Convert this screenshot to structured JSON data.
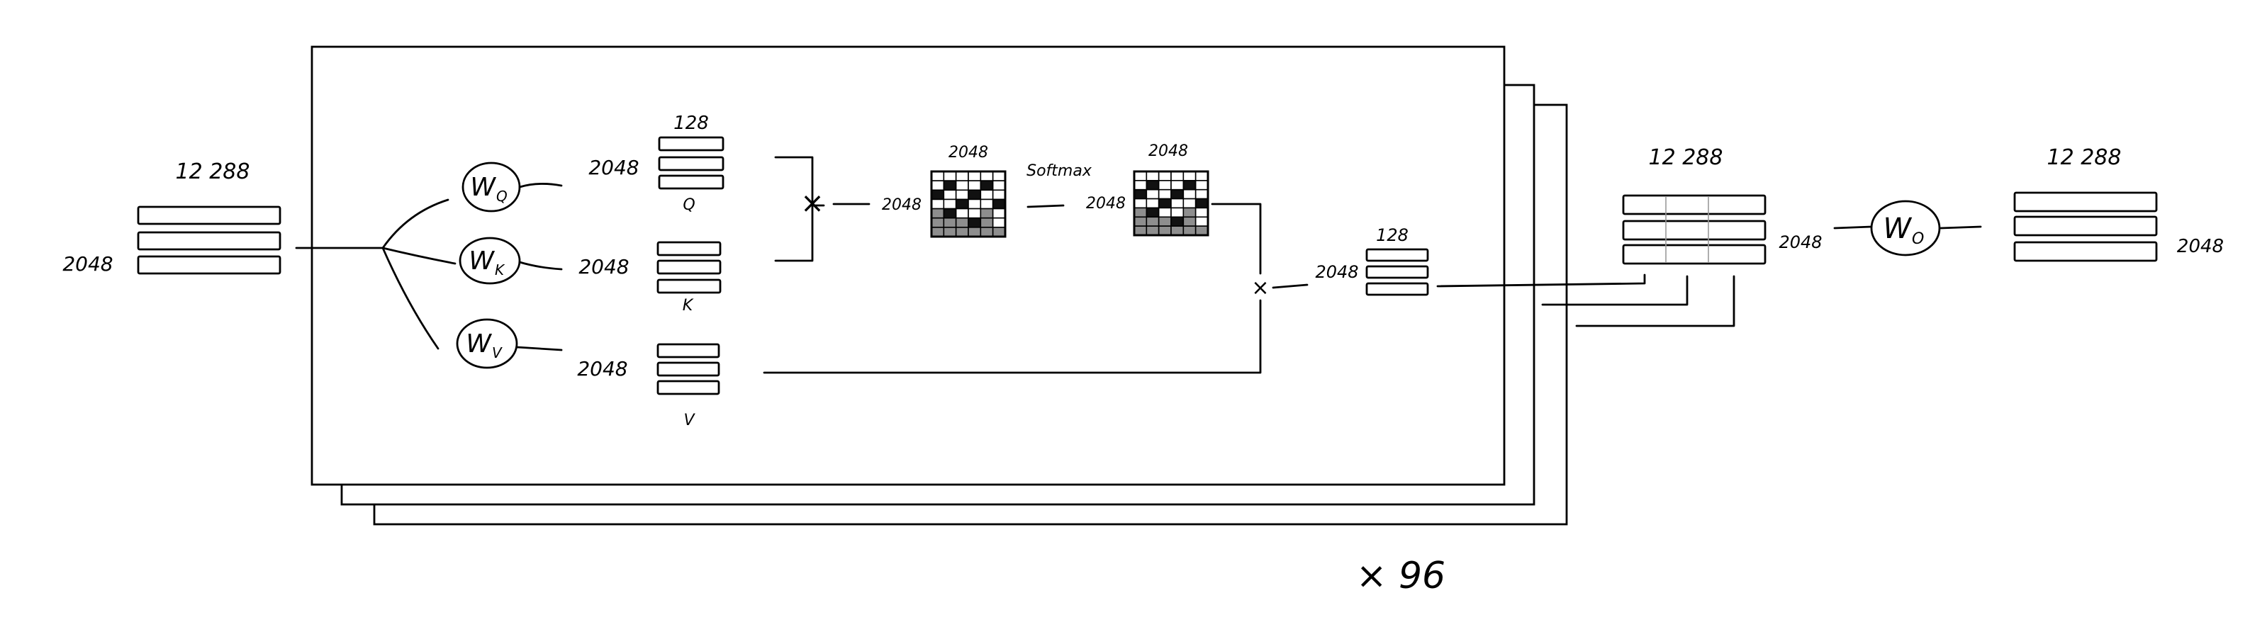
{
  "labels": {
    "input_width": "12 288",
    "input_rows": "2048",
    "wq": "W",
    "wq_sub": "Q",
    "wk": "W",
    "wk_sub": "K",
    "wv": "W",
    "wv_sub": "V",
    "q_rows": "2048",
    "q_width": "128",
    "q_name": "Q",
    "k_rows": "2048",
    "k_name": "K",
    "v_rows": "2048",
    "v_name": "V",
    "mult1": "×",
    "scores_rows": "2048",
    "scores_width": "2048",
    "softmax": "Softmax",
    "softmax_rows": "2048",
    "softmax_width": "2048",
    "mult2": "×",
    "head_out_rows": "2048",
    "head_out_width": "128",
    "heads_count": "× 96",
    "concat_width": "12 288",
    "concat_rows": "2048",
    "wo": "W",
    "wo_sub": "O",
    "output_width": "12 288",
    "output_rows": "2048"
  },
  "attention_pattern": [
    [
      "w",
      "w",
      "w",
      "w",
      "w",
      "w"
    ],
    [
      "w",
      "b",
      "w",
      "w",
      "b",
      "w"
    ],
    [
      "b",
      "w",
      "w",
      "b",
      "w",
      "w"
    ],
    [
      "w",
      "w",
      "b",
      "w",
      "w",
      "b"
    ],
    [
      "g",
      "b",
      "w",
      "w",
      "g",
      "w"
    ],
    [
      "g",
      "g",
      "g",
      "b",
      "g",
      "w"
    ],
    [
      "g",
      "g",
      "g",
      "g",
      "g",
      "g"
    ]
  ]
}
